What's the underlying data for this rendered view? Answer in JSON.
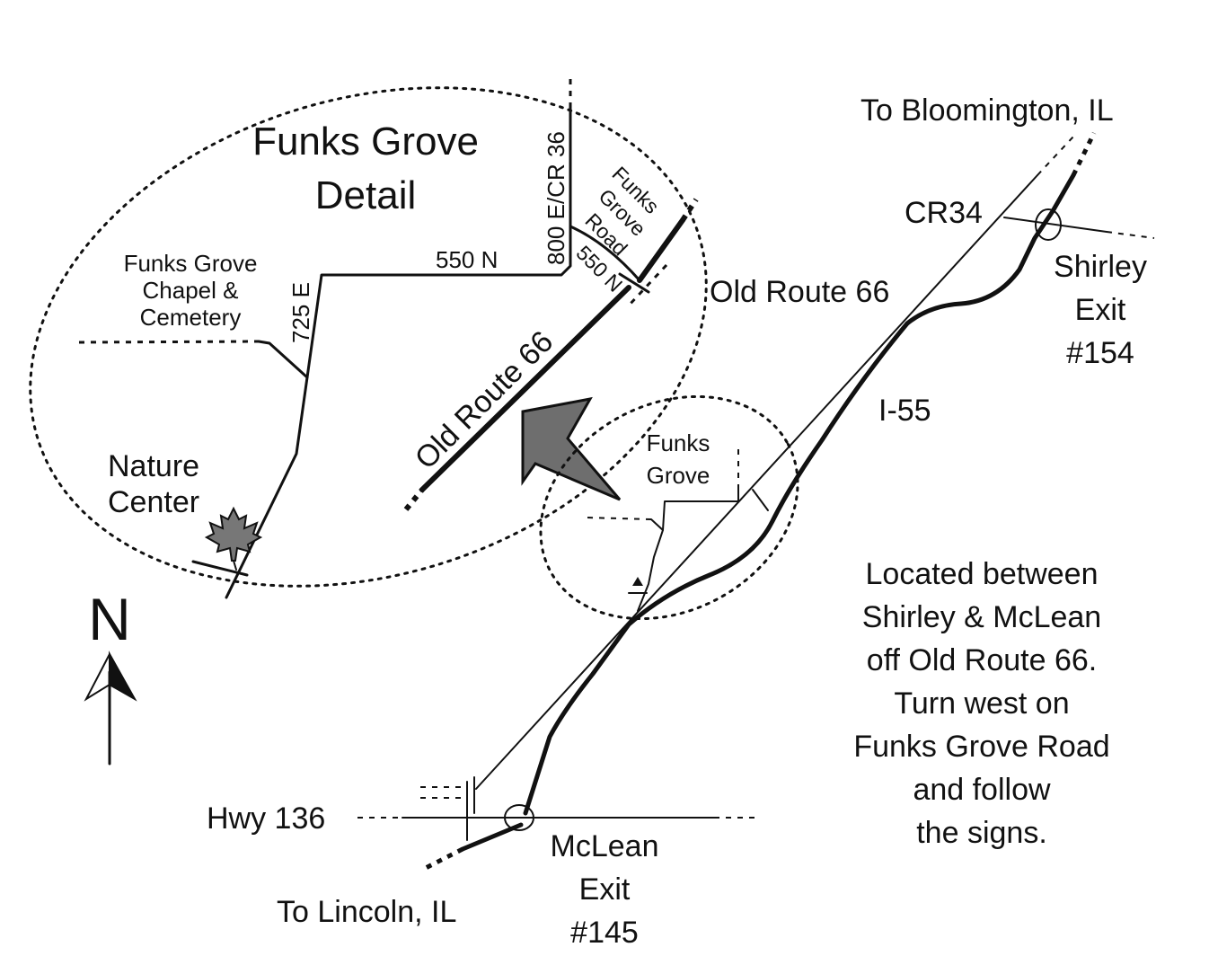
{
  "detail": {
    "title_line1": "Funks Grove",
    "title_line2": "Detail",
    "road_800e": "800 E/CR 36",
    "road_550n_a": "550 N",
    "road_550n_b": "550 N",
    "road_725e": "725 E",
    "funks_road_line1": "Funks",
    "funks_road_line2": "Grove",
    "funks_road_line3": "Road",
    "old_route": "Old Route 66",
    "chapel_line1": "Funks Grove",
    "chapel_line2": "Chapel &",
    "chapel_line3": "Cemetery",
    "nature_line1": "Nature",
    "nature_line2": "Center"
  },
  "overview": {
    "to_bloomington": "To Bloomington, IL",
    "cr34": "CR34",
    "shirley_line1": "Shirley",
    "shirley_line2": "Exit",
    "shirley_line3": "#154",
    "old_route": "Old Route 66",
    "i55": "I-55",
    "funks_line1": "Funks",
    "funks_line2": "Grove",
    "hwy136": "Hwy 136",
    "mclean_line1": "McLean",
    "mclean_line2": "Exit",
    "mclean_line3": "#145",
    "to_lincoln": "To Lincoln, IL"
  },
  "directions": {
    "line1": "Located between",
    "line2": "Shirley & McLean",
    "line3": "off Old Route 66.",
    "line4": "Turn west on",
    "line5": "Funks Grove Road",
    "line6": "and follow",
    "line7": "the signs."
  },
  "north_label": "N",
  "icons": {
    "leaf": "maple-leaf-icon",
    "arrow": "pointer-arrow-icon",
    "compass": "north-arrow-icon"
  },
  "colors": {
    "ink": "#111111",
    "leaf_fill": "#777777",
    "arrow_fill": "#6e6e6e",
    "background": "#ffffff"
  }
}
